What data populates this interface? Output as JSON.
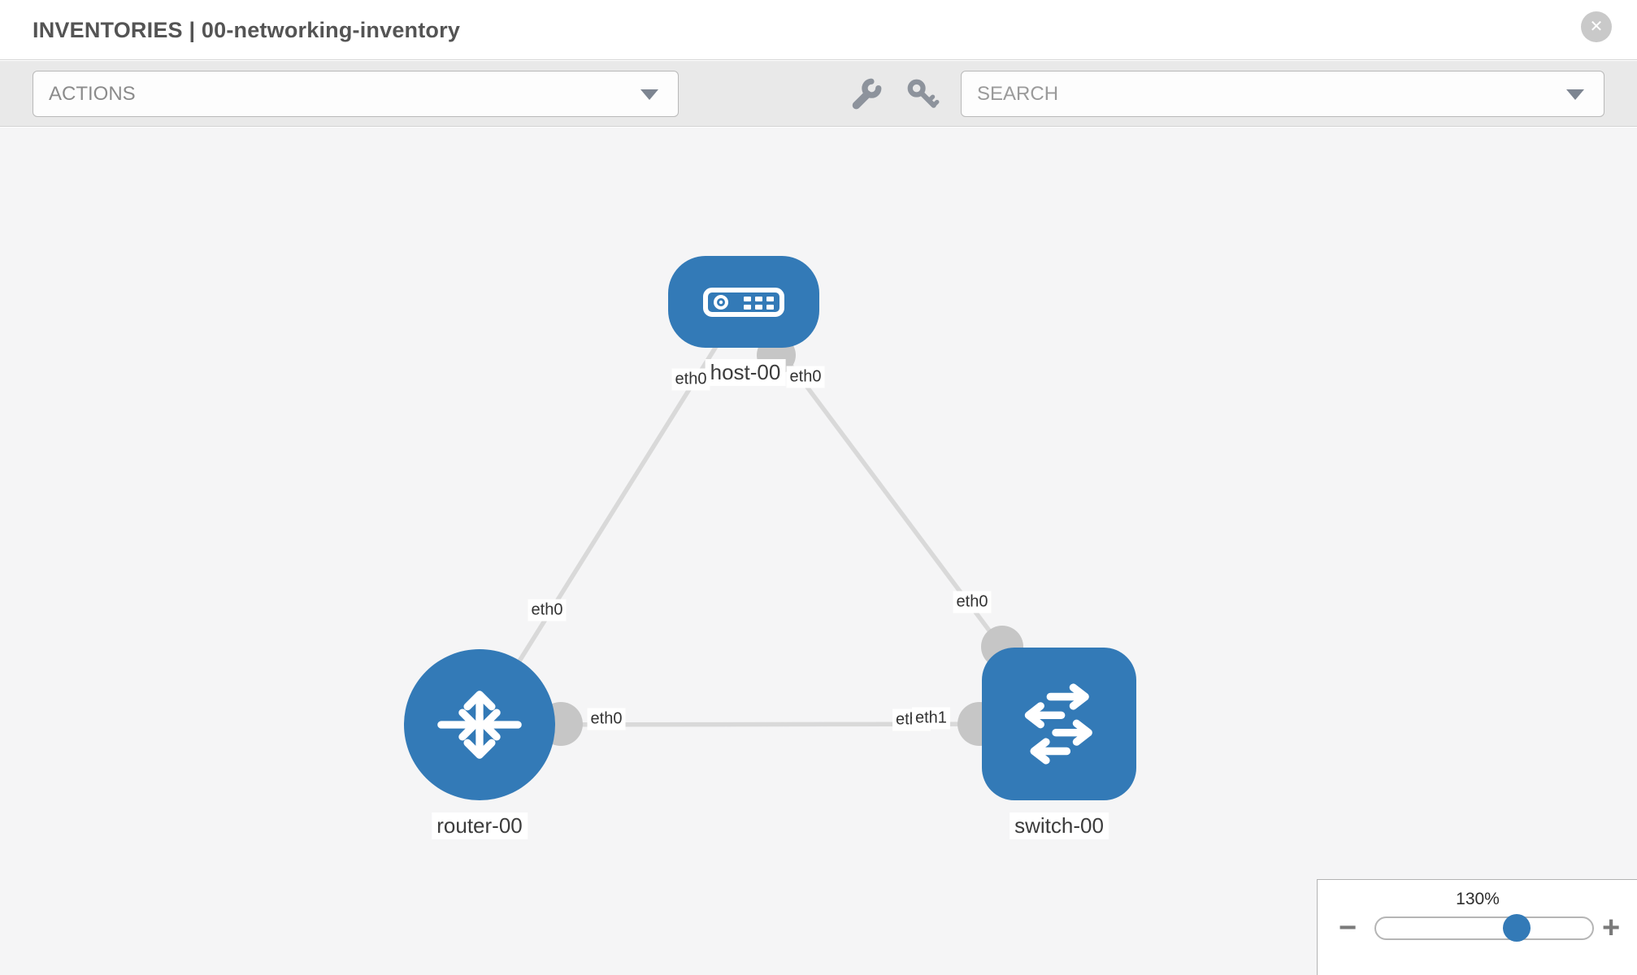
{
  "header": {
    "title": "INVENTORIES | 00-networking-inventory",
    "close_glyph": "✕"
  },
  "toolbar": {
    "actions_label": "ACTIONS",
    "search_placeholder": "SEARCH",
    "icons": [
      "wrench-icon",
      "key-icon"
    ]
  },
  "topology": {
    "nodes": [
      {
        "label": "host-00",
        "type": "host"
      },
      {
        "label": "router-00",
        "type": "router"
      },
      {
        "label": "switch-00",
        "type": "switch"
      }
    ],
    "links": [
      {
        "from": "host-00",
        "to": "router-00"
      },
      {
        "from": "host-00",
        "to": "switch-00"
      },
      {
        "from": "router-00",
        "to": "switch-00"
      }
    ],
    "port_labels": [
      {
        "text": "eth0",
        "node": "host-00",
        "link": "host-00 – router-00"
      },
      {
        "text": "eth0",
        "node": "host-00",
        "link": "host-00 – switch-00"
      },
      {
        "text": "eth0",
        "node": "router-00",
        "link": "host-00 – router-00"
      },
      {
        "text": "eth0",
        "node": "switch-00",
        "link": "host-00 – switch-00"
      },
      {
        "text": "eth0",
        "node": "router-00",
        "link": "router-00 – switch-00"
      },
      {
        "text": "eth0",
        "node": "switch-00",
        "link": "router-00 – switch-00"
      },
      {
        "text": "eth1",
        "node": "switch-00",
        "link": "router-00 – switch-00"
      }
    ]
  },
  "zoom": {
    "level": "130%",
    "minus_glyph": "−",
    "plus_glyph": "+"
  },
  "colors": {
    "node_blue": "#337ab7",
    "link_gray": "#d9d9d9",
    "port_gray": "#c6c6c6",
    "toolbar_gray": "#e9e9e9",
    "canvas_gray": "#f5f5f6"
  }
}
